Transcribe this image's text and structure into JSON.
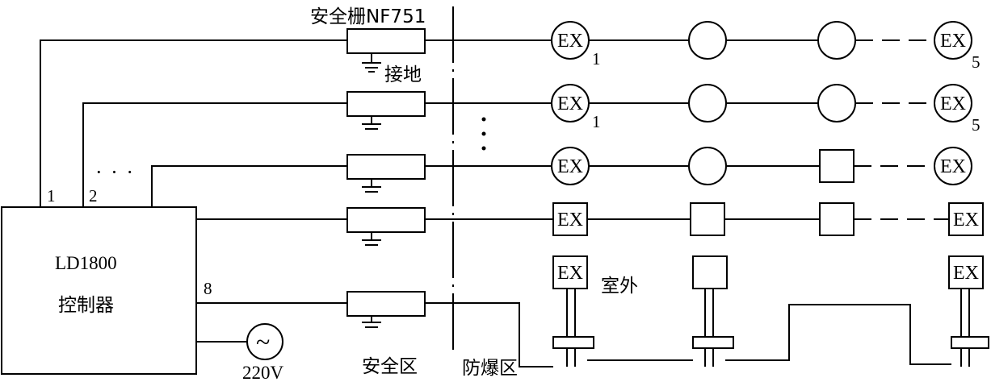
{
  "labels": {
    "barrier_title": "安全栅NF751",
    "ground": "接地",
    "controller_model": "LD1800",
    "controller_name": "控制器",
    "voltage": "220V",
    "safe_zone": "安全区",
    "hazard_zone": "防爆区",
    "outdoor": "室外",
    "ellipsis_h": "· · ·",
    "channel_1": "1",
    "channel_2": "2",
    "channel_8": "8",
    "subscript_1": "1",
    "subscript_5": "5",
    "ex_mark": "EX",
    "ac_symbol": "~"
  }
}
